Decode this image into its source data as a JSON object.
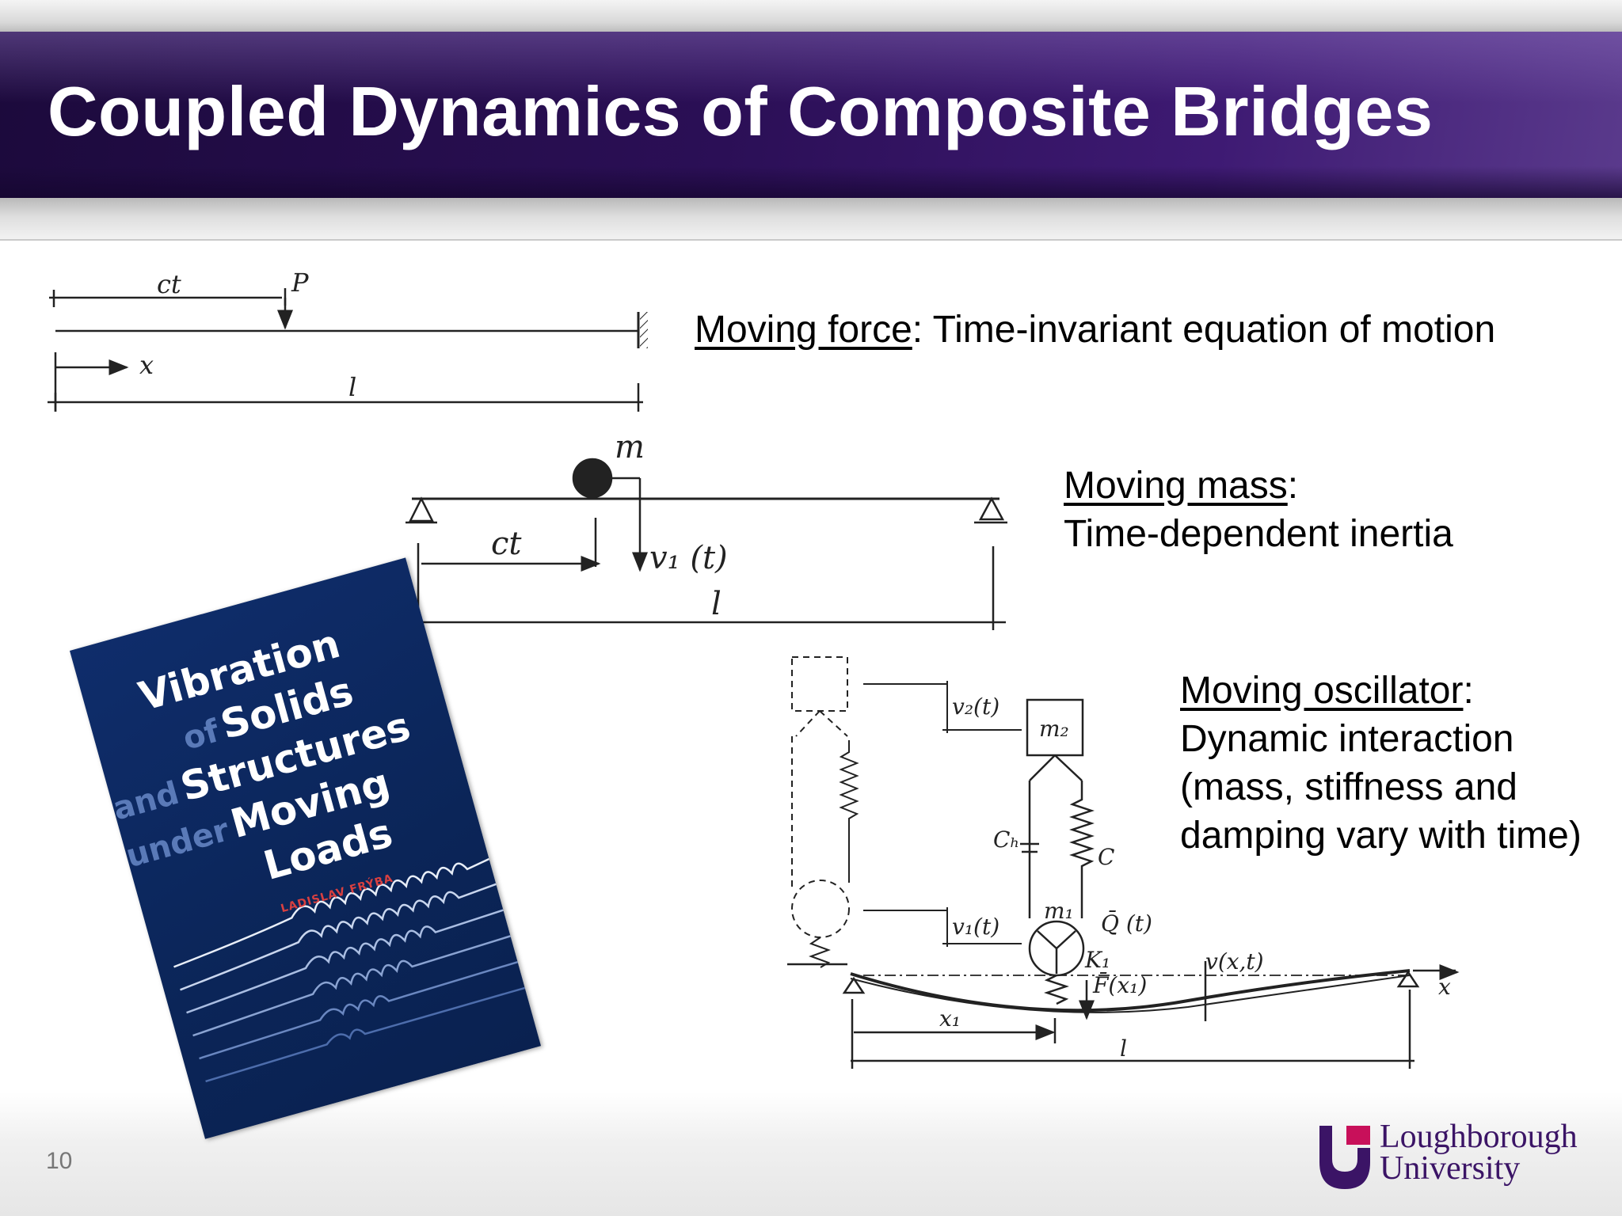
{
  "slide": {
    "title": "Coupled Dynamics of Composite Bridges",
    "number": "10"
  },
  "bullets": {
    "moving_force": {
      "lead": "Moving force",
      "rest": ": Time-invariant equation of motion"
    },
    "moving_mass": {
      "lead": "Moving mass",
      "rest": ":",
      "line2": "Time-dependent inertia"
    },
    "moving_oscillator": {
      "lead": "Moving oscillator",
      "rest": ":",
      "text": "Dynamic interaction (mass, stiffness and damping vary with time)"
    }
  },
  "diagram_labels": {
    "force": {
      "ct": "ct",
      "p": "P",
      "x": "x",
      "l": "l"
    },
    "mass": {
      "m": "m",
      "ct": "ct",
      "v1": "v₁ (t)",
      "l": "l"
    },
    "oscillator": {
      "v2": "v₂(t)",
      "m2": "m₂",
      "cb": "Cₕ",
      "c": "C",
      "m1": "m₁",
      "q": "Q̄ (t)",
      "v1": "v₁(t)",
      "k1": "K₁",
      "f": "F̄(x₁)",
      "vxt": "v(x,t)",
      "x": "x",
      "x1": "x₁",
      "l": "l"
    }
  },
  "book": {
    "title_lines": [
      {
        "small": "",
        "big": "Vibration"
      },
      {
        "small": "of",
        "big": "Solids"
      },
      {
        "small": "and",
        "big": "Structures"
      },
      {
        "small": "under",
        "big": "Moving"
      },
      {
        "small": "",
        "big": "Loads"
      }
    ],
    "author": "LADISLAV FRÝBA",
    "colors": {
      "cover": "#0b2558",
      "accent": "#d94040"
    }
  },
  "logo": {
    "name_line1": "Loughborough",
    "name_line2": "University",
    "colors": {
      "purple": "#3b1466",
      "magenta": "#c8105a"
    }
  },
  "colors": {
    "title_bar": "#2b0f56",
    "title_text": "#ffffff"
  }
}
